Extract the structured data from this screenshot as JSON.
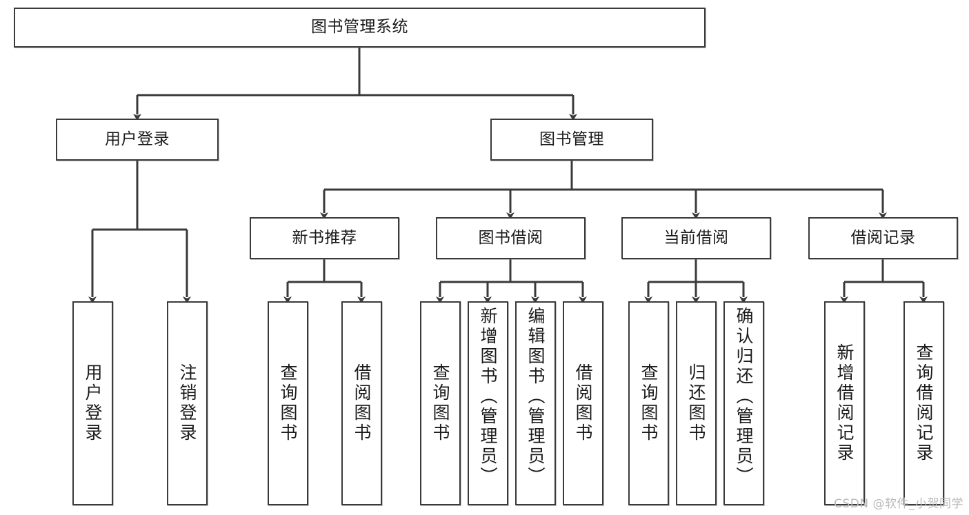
{
  "diagram": {
    "title_node": {
      "id": "root",
      "label": "图书管理系统"
    },
    "level2": [
      {
        "id": "user-login",
        "label": "用户登录"
      },
      {
        "id": "book-manage",
        "label": "图书管理"
      }
    ],
    "level3": [
      {
        "id": "new-book-rec",
        "label": "新书推荐"
      },
      {
        "id": "book-borrow",
        "label": "图书借阅"
      },
      {
        "id": "current-borrow",
        "label": "当前借阅"
      },
      {
        "id": "borrow-record",
        "label": "借阅记录"
      }
    ],
    "leaves": [
      {
        "id": "leaf-user-login",
        "label": "用户登录",
        "parent": "user-login"
      },
      {
        "id": "leaf-user-logout",
        "label": "注销登录",
        "parent": "user-login"
      },
      {
        "id": "leaf-query-book-1",
        "label": "查询图书",
        "parent": "new-book-rec"
      },
      {
        "id": "leaf-borrow-book-1",
        "label": "借阅图书",
        "parent": "new-book-rec"
      },
      {
        "id": "leaf-query-book-2",
        "label": "查询图书",
        "parent": "book-borrow"
      },
      {
        "id": "leaf-add-book",
        "label": "新增图书（管理员）",
        "parent": "book-borrow"
      },
      {
        "id": "leaf-edit-book",
        "label": "编辑图书（管理员）",
        "parent": "book-borrow"
      },
      {
        "id": "leaf-borrow-book-2",
        "label": "借阅图书",
        "parent": "book-borrow"
      },
      {
        "id": "leaf-query-book-3",
        "label": "查询图书",
        "parent": "current-borrow"
      },
      {
        "id": "leaf-return-book",
        "label": "归还图书",
        "parent": "current-borrow"
      },
      {
        "id": "leaf-confirm-return",
        "label": "确认归还（管理员）",
        "parent": "current-borrow"
      },
      {
        "id": "leaf-add-record",
        "label": "新增借阅记录",
        "parent": "borrow-record"
      },
      {
        "id": "leaf-query-record",
        "label": "查询借阅记录",
        "parent": "borrow-record"
      }
    ],
    "colors": {
      "stroke": "#3a3a3a",
      "fill": "#ffffff",
      "text": "#1a1a1a",
      "watermark": "#b9b9b9"
    }
  },
  "watermark": {
    "text": "CSDN @软件_小贺同学"
  }
}
